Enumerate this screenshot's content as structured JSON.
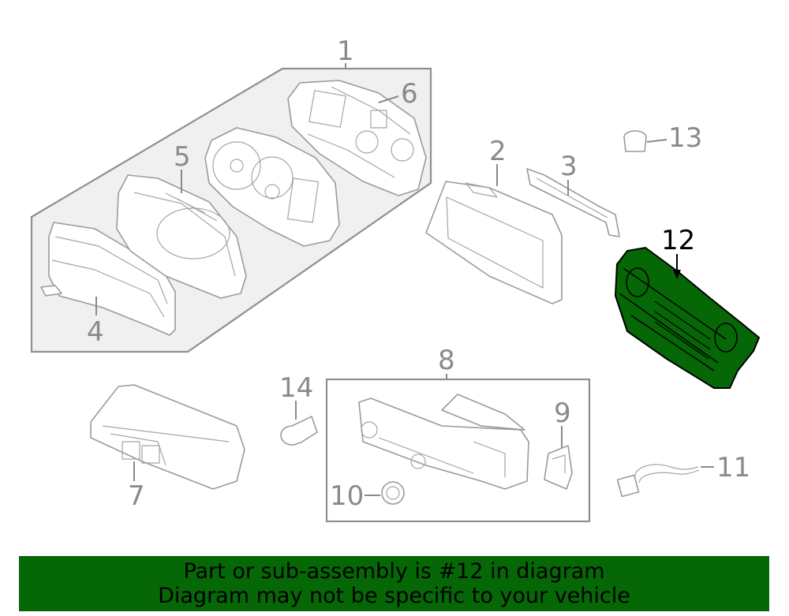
{
  "callouts": {
    "c1": "1",
    "c2": "2",
    "c3": "3",
    "c4": "4",
    "c5": "5",
    "c6": "6",
    "c7": "7",
    "c8": "8",
    "c9": "9",
    "c10": "10",
    "c11": "11",
    "c12": "12",
    "c13": "13",
    "c14": "14"
  },
  "highlight": {
    "part_number": "12",
    "color": "#066706",
    "banner_color": "#066706"
  },
  "banner": {
    "line1": "Part or sub-assembly is #12 in diagram",
    "line2": "Diagram may not be specific to your vehicle"
  }
}
